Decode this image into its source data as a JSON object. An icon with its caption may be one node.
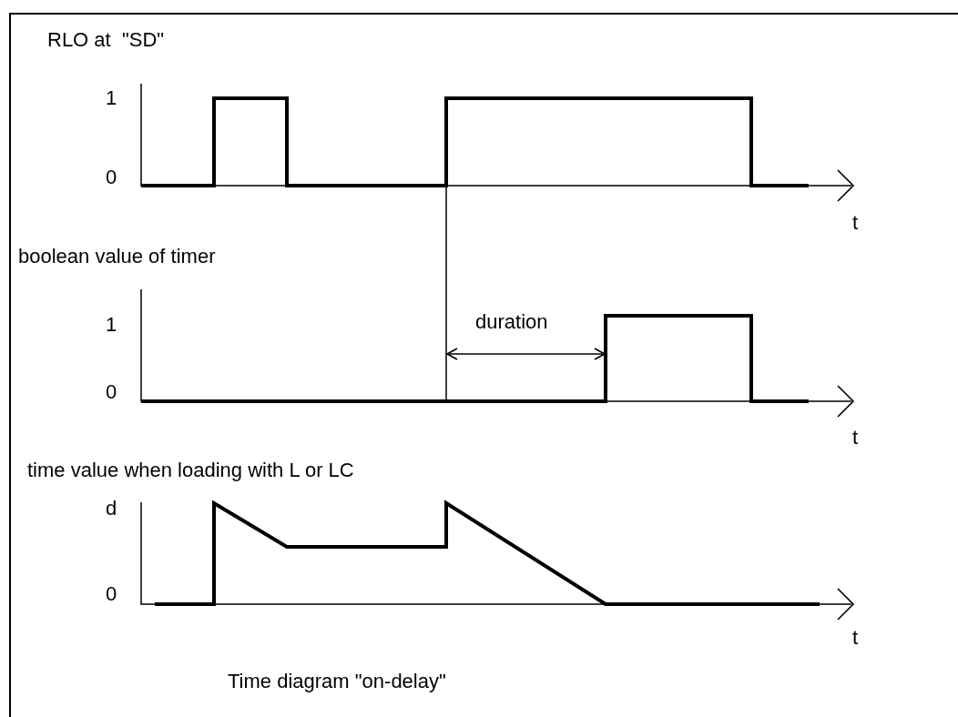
{
  "diagram": {
    "caption": "Time diagram \"on-delay\"",
    "labels": [
      "RLO at  \"SD\"",
      "1",
      "0",
      "t",
      "boolean value of timer",
      "1",
      "duration",
      "0",
      "t",
      "time value when loading with L or LC",
      "d",
      "0",
      "t"
    ]
  }
}
